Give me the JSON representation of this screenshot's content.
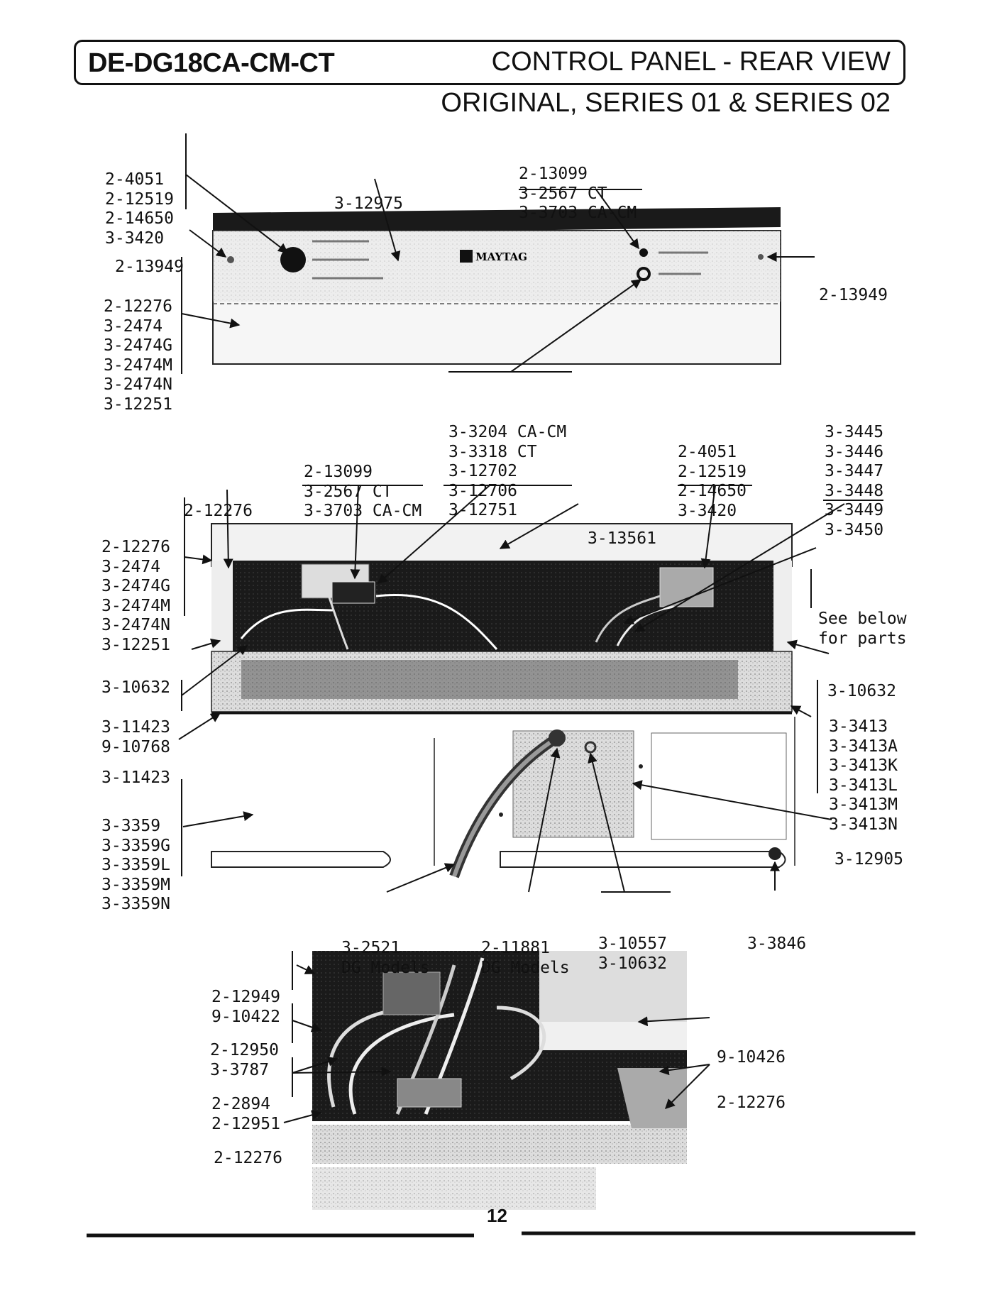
{
  "header": {
    "model": "DE-DG18CA-CM-CT",
    "title": "CONTROL PANEL - REAR VIEW",
    "subtitle": "ORIGINAL, SERIES 01 & SERIES 02"
  },
  "panel_text": {
    "brand": "MAYTAG"
  },
  "callouts": {
    "c1": [
      "2-4051",
      "2-12519",
      "2-14650",
      "3-3420"
    ],
    "c2": [
      "3-12975"
    ],
    "c3": [
      "2-13099",
      "3-2567 CT",
      "3-3703 CA-CM"
    ],
    "c4": [
      "2-13949"
    ],
    "c5": [
      "2-13949"
    ],
    "c6": [
      "2-12276",
      "3-2474",
      "3-2474G",
      "3-2474M",
      "3-2474N",
      "3-12251"
    ],
    "c7": [
      "3-3204 CA-CM",
      "3-3318 CT",
      "3-12702",
      "3-12706",
      "3-12751"
    ],
    "c8": [
      "2-4051",
      "2-12519",
      "2-14650",
      "3-3420"
    ],
    "c9": [
      "3-3445",
      "3-3446",
      "3-3447",
      "3-3448",
      "3-3449",
      "3-3450"
    ],
    "c10": [
      "2-13099",
      "3-2567 CT",
      "3-3703 CA-CM"
    ],
    "c11": [
      "2-12276"
    ],
    "c12": [
      "3-13561"
    ],
    "c13": [
      "2-12276",
      "3-2474",
      "3-2474G",
      "3-2474M",
      "3-2474N",
      "3-12251"
    ],
    "c14": [
      "See below",
      "for parts"
    ],
    "c15": [
      "3-10632"
    ],
    "c16": [
      "3-10632"
    ],
    "c17": [
      "3-11423",
      "9-10768"
    ],
    "c18": [
      "3-3413",
      "3-3413A",
      "3-3413K",
      "3-3413L",
      "3-3413M",
      "3-3413N"
    ],
    "c19": [
      "3-11423"
    ],
    "c20": [
      "3-3359",
      "3-3359G",
      "3-3359L",
      "3-3359M",
      "3-3359N"
    ],
    "c21": [
      "3-12905"
    ],
    "c22": [
      "3-2521",
      "DG Models"
    ],
    "c23": [
      "2-11881",
      "DG Models"
    ],
    "c24": [
      "3-10557",
      "3-10632"
    ],
    "c25": [
      "3-3846"
    ],
    "c26": [
      "2-12949",
      "9-10422"
    ],
    "c27": [
      "2-12950",
      "3-3787"
    ],
    "c28": [
      "2-2894",
      "2-12951"
    ],
    "c29": [
      "2-12276"
    ],
    "c30": [
      "9-10426"
    ],
    "c31": [
      "2-12276"
    ]
  },
  "page_number": "12"
}
